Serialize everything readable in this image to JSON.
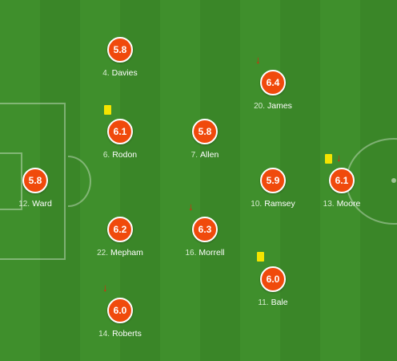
{
  "pitch": {
    "colors": {
      "grass_dark": "#3a8628",
      "grass_light": "#3f8f2c",
      "rating_bg": "#f04a0c",
      "card_yellow": "#f5e400",
      "sub_arrow": "#e8200d"
    }
  },
  "players": {
    "davies": {
      "number": "4.",
      "name": "Davies",
      "rating": "5.8"
    },
    "james": {
      "number": "20.",
      "name": "James",
      "rating": "6.4",
      "substituted": true,
      "sub_icon": "↓"
    },
    "rodon": {
      "number": "6.",
      "name": "Rodon",
      "rating": "6.1",
      "yellow_card": true
    },
    "allen": {
      "number": "7.",
      "name": "Allen",
      "rating": "5.8"
    },
    "ward": {
      "number": "12.",
      "name": "Ward",
      "rating": "5.8"
    },
    "ramsey": {
      "number": "10.",
      "name": "Ramsey",
      "rating": "5.9"
    },
    "moore": {
      "number": "13.",
      "name": "Moore",
      "rating": "6.1",
      "yellow_card": true,
      "substituted": true,
      "sub_icon": "↓"
    },
    "mepham": {
      "number": "22.",
      "name": "Mepham",
      "rating": "6.2"
    },
    "morrell": {
      "number": "16.",
      "name": "Morrell",
      "rating": "6.3",
      "substituted": true,
      "sub_icon": "↓"
    },
    "bale": {
      "number": "11.",
      "name": "Bale",
      "rating": "6.0",
      "yellow_card": true
    },
    "roberts": {
      "number": "14.",
      "name": "Roberts",
      "rating": "6.0",
      "substituted": true,
      "sub_icon": "↓"
    }
  }
}
